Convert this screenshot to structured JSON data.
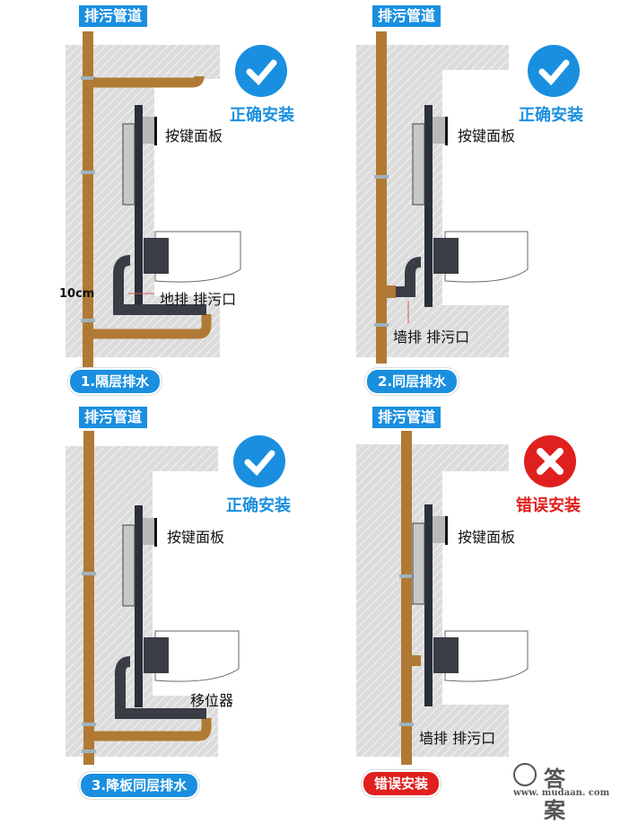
{
  "colors": {
    "accent_blue": "#1a8fe0",
    "error_red": "#e0201e",
    "pipe_brown": "#b07a34",
    "wall_gray": "#d9d9d9",
    "frame_dark": "#2b2f3a"
  },
  "panels": [
    {
      "pipe_tag": "排污管道",
      "status_icon": "checkmark-icon",
      "status_text": "正确安装",
      "panel_label": "按键面板",
      "drain_label": "地排 排污口",
      "distance_label": "10cm",
      "caption": "1.隔层排水"
    },
    {
      "pipe_tag": "排污管道",
      "status_icon": "checkmark-icon",
      "status_text": "正确安装",
      "panel_label": "按键面板",
      "drain_label": "墙排 排污口",
      "caption": "2.同层排水"
    },
    {
      "pipe_tag": "排污管道",
      "status_icon": "checkmark-icon",
      "status_text": "正确安装",
      "panel_label": "按键面板",
      "drain_label": "移位器",
      "caption": "3.降板同层排水"
    },
    {
      "pipe_tag": "排污管道",
      "status_icon": "cross-icon",
      "status_text": "错误安装",
      "panel_label": "按键面板",
      "drain_label": "墙排 排污口",
      "caption": "错误安装"
    }
  ],
  "watermark": {
    "title": "答案",
    "url": "www. mudaan. com"
  }
}
